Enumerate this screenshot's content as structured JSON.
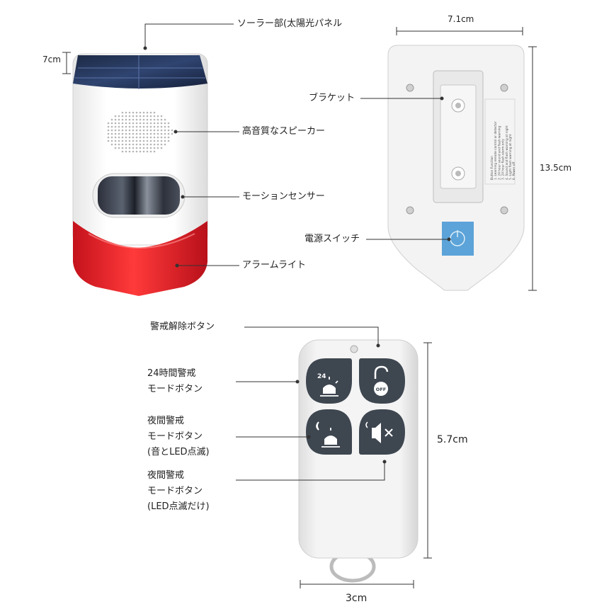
{
  "device": {
    "labels": {
      "solar_panel": "ソーラー部(太陽光パネル",
      "speaker": "高音質なスピーカー",
      "motion_sensor": "モーションセンサー",
      "alarm_light": "アラームライト"
    },
    "dimensions": {
      "depth": "7cm"
    }
  },
  "back_panel": {
    "labels": {
      "bracket": "ブラケット",
      "power_switch": "電源スイッチ"
    },
    "dimensions": {
      "width": "7.1cm",
      "height": "13.5cm"
    },
    "sticker_lines": [
      "Button Function",
      "1. Learning remote control or detector",
      "2. 24 hour sound and flash warning",
      "3. 24 hour flash alarm only",
      "4. Sound and flash warning at night",
      "5. Light flash warning at night",
      "6. Power off"
    ],
    "sticker_colors": {
      "sticker": "#f4f4f4",
      "switch": "#5ba3d8"
    }
  },
  "remote": {
    "labels": {
      "disarm": "警戒解除ボタン",
      "mode_24h": [
        "24時間警戒",
        "モードボタン"
      ],
      "night_sound_led": [
        "夜間警戒",
        "モードボタン",
        "(音とLED点滅)"
      ],
      "night_led_only": [
        "夜間警戒",
        "モードボタン",
        "(LED点滅だけ)"
      ]
    },
    "button_texts": {
      "hours": "24",
      "off": "OFF"
    },
    "button_icons": [
      "siren-24h-icon",
      "unlock-off-icon",
      "night-siren-icon",
      "mute-speaker-icon"
    ],
    "dimensions": {
      "width": "3cm",
      "height": "5.7cm"
    },
    "colors": {
      "button": "#3e4650",
      "body": "#f2f2f2"
    }
  }
}
